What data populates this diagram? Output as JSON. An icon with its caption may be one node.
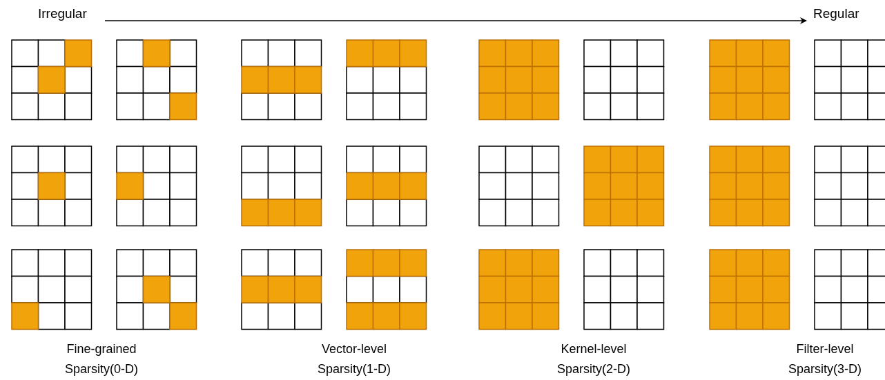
{
  "diagram": {
    "labels": [
      "Irregular",
      "Regular",
      "Fine-grained Sparsity(0-D)",
      "Vector-level Sparsity(1-D)",
      "Kernel-level Sparsity(2-D)",
      "Filter-level Sparsity(3-D)"
    ]
  }
}
